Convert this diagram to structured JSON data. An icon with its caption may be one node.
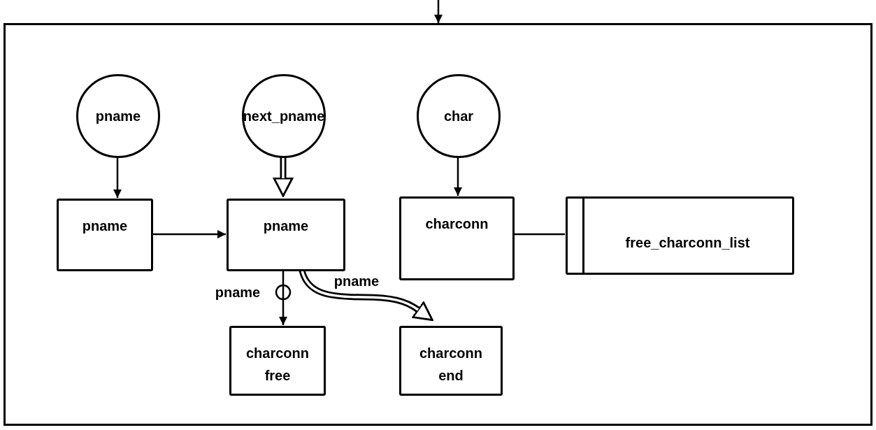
{
  "diagram": {
    "nodes": [
      {
        "text": [],
        "shape": "box"
      },
      {
        "text": [
          "pname"
        ],
        "in": 0
      },
      {
        "text": [
          "next_pname"
        ],
        "in": 0
      },
      {
        "text": [
          "char"
        ],
        "in": 0
      },
      {
        "text": [
          "pname"
        ],
        "in": 0
      },
      {
        "text": [
          "pname"
        ],
        "in": 0
      },
      {
        "text": [
          "charconn"
        ],
        "in": 0
      },
      {
        "text": [
          "free_charconn_list"
        ],
        "in": 0
      },
      {
        "text": [
          "charconn free"
        ],
        "in": 0
      },
      {
        "text": [
          "charconn end"
        ],
        "in": 0
      }
    ],
    "edges": [
      {
        "from": null,
        "to": 0,
        "arrow": "to"
      },
      {
        "from": 1,
        "to": 4,
        "arrow": "to"
      },
      {
        "from": 2,
        "to": 5,
        "arrow": "to",
        "style": "thick"
      },
      {
        "from": 4,
        "to": 5,
        "arrow": "to"
      },
      {
        "from": 3,
        "to": 6,
        "arrow": "to"
      },
      {
        "from": 6,
        "to": 7,
        "arrow": "none"
      },
      {
        "from": 5,
        "to": 8,
        "arrow": "to",
        "label": "pname"
      },
      {
        "from": 5,
        "to": 9,
        "arrow": "to",
        "label": "pname",
        "style": "thick"
      }
    ]
  }
}
